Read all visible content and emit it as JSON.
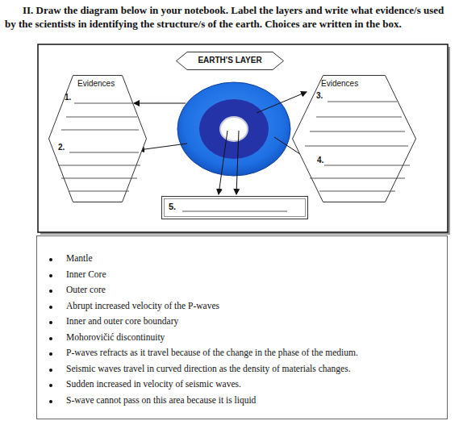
{
  "diagram": {
    "title": "II. Draw the diagram below in your notebook. Label the layers and write what evidence/s used by the scientists in identifying the structure/s of the earth. Choices are written in the box.",
    "nodes": [
      {
        "text": [
          "EARTH'S LAYER"
        ]
      },
      {
        "text": [
          "Evidences",
          "1.",
          "2."
        ]
      },
      {
        "text": [
          "Evidences",
          "3.",
          "4."
        ]
      },
      {
        "text": [
          "5."
        ]
      },
      {
        "text": [
          "Mantle",
          "Inner Core",
          "Outer core",
          "Abrupt increased velocity of the P-waves",
          "Inner and outer core boundary",
          "Mohorovičić discontinuity",
          "P-waves refracts as it travel because of the change in the phase of the medium.",
          "Seismic waves travel in curved direction as the density of materials changes.",
          "Sudden increased in velocity of seismic waves.",
          "S-wave cannot pass on this area because it is liquid"
        ]
      }
    ]
  }
}
